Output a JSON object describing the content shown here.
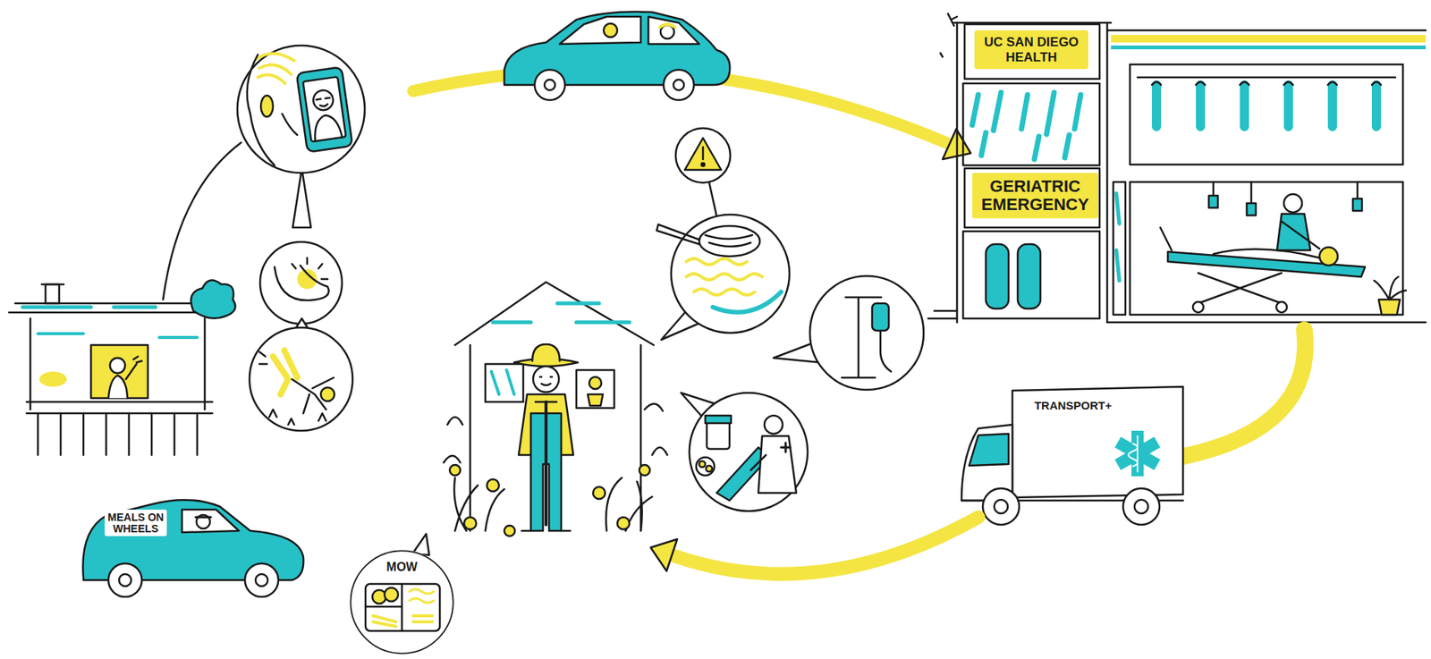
{
  "diagram": {
    "nodes": [
      {
        "text": [
          "UC SAN DIEGO HEALTH"
        ]
      },
      {
        "text": [
          "GERIATRIC EMERGENCY"
        ]
      },
      {
        "text": [
          "TRANSPORT+"
        ]
      },
      {
        "text": [
          "MEALS ON WHEELS"
        ]
      },
      {
        "text": [
          "MOW"
        ]
      }
    ]
  }
}
